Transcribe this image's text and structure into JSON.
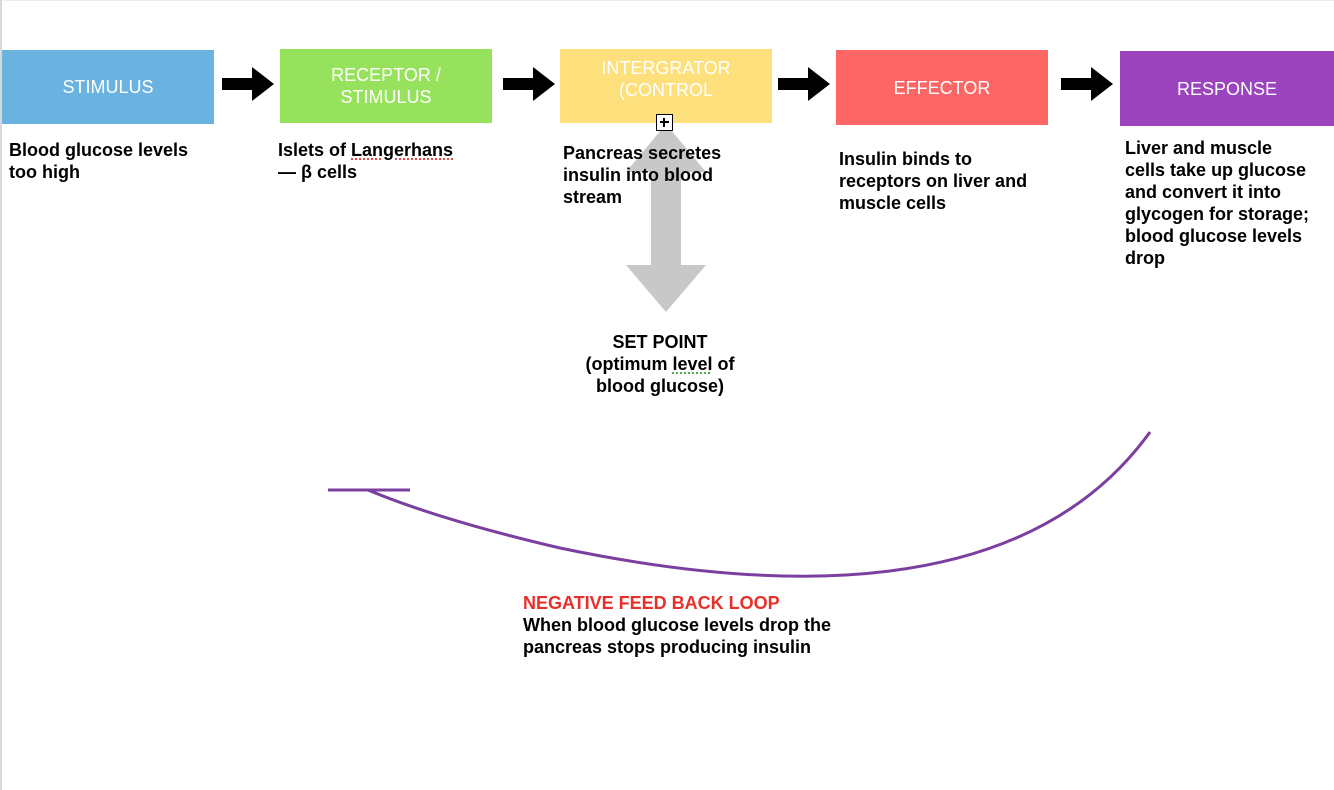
{
  "boxes": [
    {
      "label": "STIMULUS",
      "color": "#6ab3e1"
    },
    {
      "label": "RECEPTOR /\nSTIMULUS",
      "color": "#97e25c"
    },
    {
      "label": "INTERGRATOR\n(CONTROL",
      "color": "#fde07c"
    },
    {
      "label": "EFFECTOR",
      "color": "#fe6665"
    },
    {
      "label": "RESPONSE",
      "color": "#9b44bd"
    }
  ],
  "descriptions": {
    "stimulus": {
      "line1": "Blood glucose levels",
      "line2": "too high"
    },
    "receptor": {
      "prefix": "Islets of ",
      "underlined": "Langerhans",
      "line2": "— β cells"
    },
    "integrator": {
      "line1": "Pancreas secretes",
      "line2": "insulin into blood",
      "line3": "stream"
    },
    "effector": {
      "line1": "Insulin binds to",
      "line2": "receptors on liver and",
      "line3": "muscle cells"
    },
    "response": {
      "line1": "Liver and muscle",
      "line2": "cells take up glucose",
      "line3": "and convert it into",
      "line4": "glycogen for storage;",
      "line5": "blood glucose levels",
      "line6": "drop"
    }
  },
  "set_point": {
    "line1": "SET POINT",
    "line2_prefix": "(optimum ",
    "line2_underlined": "level",
    "line2_suffix": " of",
    "line3": "blood glucose)"
  },
  "feedback_loop": {
    "title": "NEGATIVE FEED BACK LOOP",
    "description": "When blood glucose levels drop the\npancreas stops producing insulin"
  },
  "colors": {
    "arrow": "#000000",
    "double_arrow": "#c8c8c8",
    "loop_curve": "#7b3fa0",
    "loop_title": "#e8302a"
  }
}
